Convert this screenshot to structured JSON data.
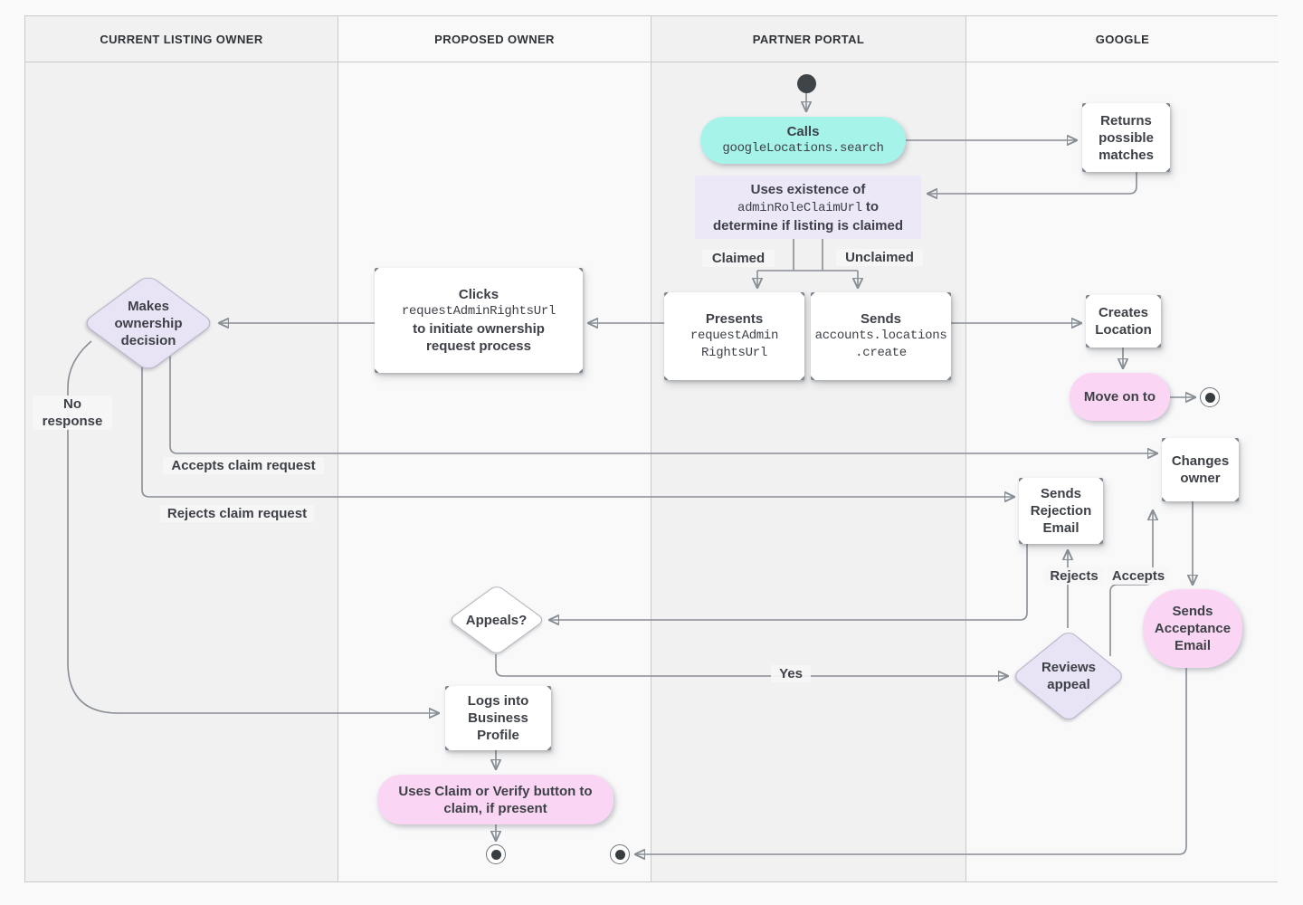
{
  "lanes": [
    {
      "label": "CURRENT LISTING OWNER"
    },
    {
      "label": "PROPOSED OWNER"
    },
    {
      "label": "PARTNER PORTAL"
    },
    {
      "label": "GOOGLE"
    }
  ],
  "nodes": {
    "calls": {
      "title": "Calls",
      "code": "googleLocations.search"
    },
    "returns": {
      "label": "Returns possible matches"
    },
    "note": {
      "line1": "Uses existence of",
      "code": "adminRoleClaimUrl",
      "suffix": " to",
      "line3": "determine if listing is claimed"
    },
    "presents": {
      "title": "Presents",
      "code1": "requestAdmin",
      "code2": "RightsUrl"
    },
    "sends_create": {
      "title": "Sends",
      "code1": "accounts.locations",
      "code2": ".create"
    },
    "clicks": {
      "title": "Clicks",
      "code": "requestAdminRightsUrl",
      "line3": "to initiate ownership",
      "line4": "request process"
    },
    "makes_decision": {
      "label": "Makes ownership decision"
    },
    "creates_location": {
      "label": "Creates Location"
    },
    "move_on": {
      "label": "Move on to"
    },
    "changes_owner": {
      "label": "Changes owner"
    },
    "sends_rejection": {
      "label": "Sends Rejection Email"
    },
    "appeals": {
      "label": "Appeals?"
    },
    "reviews_appeal": {
      "label": "Reviews appeal"
    },
    "sends_acceptance": {
      "label": "Sends Acceptance Email"
    },
    "logs_in": {
      "label": "Logs into Business Profile"
    },
    "uses_claim": {
      "label": "Uses Claim or Verify button to claim, if present"
    }
  },
  "edge_labels": {
    "claimed": "Claimed",
    "unclaimed": "Unclaimed",
    "accepts_claim": "Accepts claim request",
    "rejects_claim": "Rejects claim request",
    "no_response": "No response",
    "rejects": "Rejects",
    "accepts": "Accepts",
    "yes": "Yes"
  },
  "colors": {
    "teal_action": "#a6f3ea",
    "pink_action": "#fbd6f4",
    "lavender_note": "#ece8f8",
    "lavender_decision": "#e8e3f5",
    "edge": "#878e95"
  }
}
